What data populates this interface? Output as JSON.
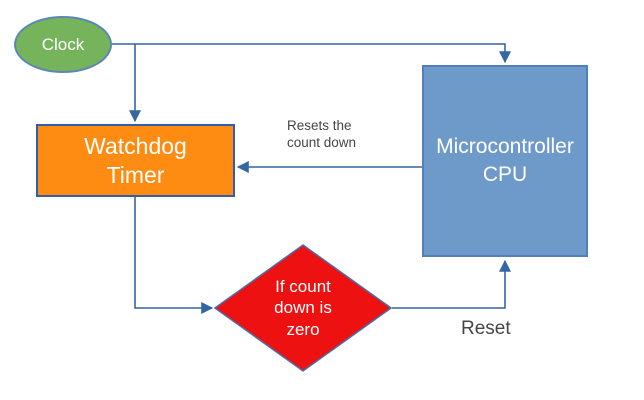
{
  "diagram": {
    "background": "#ffffff",
    "nodes": {
      "clock": {
        "label": "Clock",
        "shape": "ellipse",
        "fill": "#76b45b",
        "border": "#5c87b5",
        "text_color": "#ffffff"
      },
      "watchdog_timer": {
        "label": "Watchdog\nTimer",
        "shape": "rectangle",
        "fill": "#ff8c12",
        "border": "#2f5eaa",
        "text_color": "#ffffff"
      },
      "microcontroller_cpu": {
        "label": "Microcontroller\nCPU",
        "shape": "rectangle",
        "fill": "#6e9aca",
        "border": "#5081bd",
        "text_color": "#ffffff"
      },
      "count_check": {
        "label": "If count\ndown is\nzero",
        "shape": "diamond",
        "fill": "#ee1111",
        "border": "#4a6ea9",
        "text_color": "#ffffff"
      }
    },
    "edges": [
      {
        "from": "clock",
        "to": "microcontroller_cpu",
        "label": ""
      },
      {
        "from": "clock",
        "to": "watchdog_timer",
        "label": ""
      },
      {
        "from": "microcontroller_cpu",
        "to": "watchdog_timer",
        "label": "Resets the\ncount down"
      },
      {
        "from": "watchdog_timer",
        "to": "count_check",
        "label": ""
      },
      {
        "from": "count_check",
        "to": "microcontroller_cpu",
        "label": "Reset"
      }
    ],
    "colors": {
      "connector": "#3465a4",
      "edge_label": "#454545"
    }
  }
}
